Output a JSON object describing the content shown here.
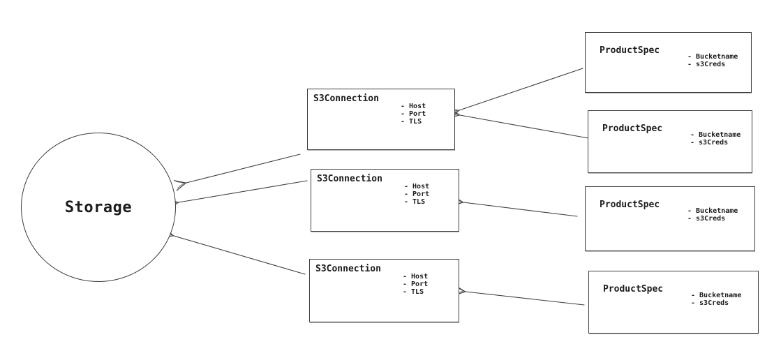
{
  "diagram": {
    "storage": {
      "label": "Storage"
    },
    "s3_connections": [
      {
        "label": "S3Connection",
        "attributes": [
          "- Host",
          "- Port",
          "- TLS"
        ]
      },
      {
        "label": "S3Connection",
        "attributes": [
          "- Host",
          "- Port",
          "- TLS"
        ]
      },
      {
        "label": "S3Connection",
        "attributes": [
          "- Host",
          "- Port",
          "- TLS"
        ]
      }
    ],
    "product_specs": [
      {
        "label": "ProductSpec",
        "attributes": [
          "- Bucketname",
          "- s3Creds"
        ]
      },
      {
        "label": "ProductSpec",
        "attributes": [
          "- Bucketname",
          "- s3Creds"
        ]
      },
      {
        "label": "ProductSpec",
        "attributes": [
          "- Bucketname",
          "- s3Creds"
        ]
      },
      {
        "label": "ProductSpec",
        "attributes": [
          "- Bucketname",
          "- s3Creds"
        ]
      }
    ],
    "edges": [
      {
        "from": "s3-connection-1",
        "to": "storage"
      },
      {
        "from": "s3-connection-2",
        "to": "storage"
      },
      {
        "from": "s3-connection-3",
        "to": "storage"
      },
      {
        "from": "product-spec-1",
        "to": "s3-connection-1"
      },
      {
        "from": "product-spec-2",
        "to": "s3-connection-1"
      },
      {
        "from": "product-spec-3",
        "to": "s3-connection-2"
      },
      {
        "from": "product-spec-4",
        "to": "s3-connection-3"
      }
    ],
    "colors": {
      "stroke": "#3d3d3d",
      "text": "#1c1c1c",
      "background": "#ffffff"
    }
  }
}
